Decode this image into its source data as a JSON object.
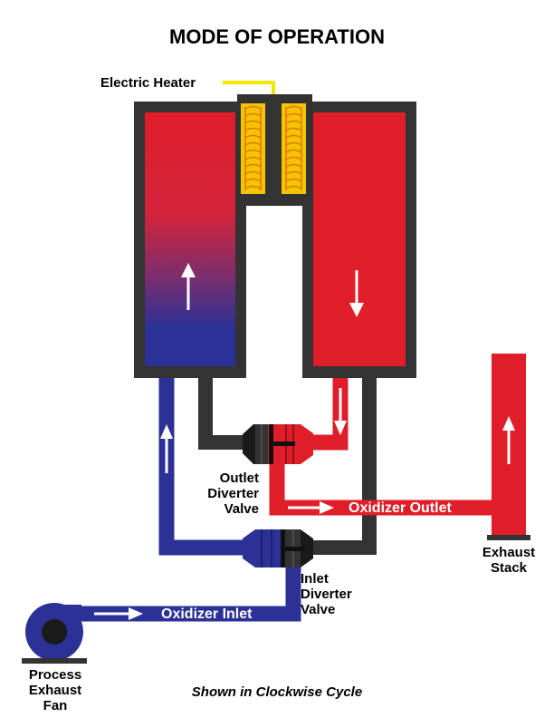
{
  "title": "MODE OF OPERATION",
  "labels": {
    "electric_heater": "Electric Heater",
    "outlet_valve": [
      "Outlet",
      "Diverter",
      "Valve"
    ],
    "inlet_valve": [
      "Inlet",
      "Diverter",
      "Valve"
    ],
    "oxidizer_outlet": "Oxidizer Outlet",
    "oxidizer_inlet": "Oxidizer Inlet",
    "exhaust_stack": [
      "Exhaust",
      "Stack"
    ],
    "process_fan": [
      "Process",
      "Exhaust",
      "Fan"
    ],
    "caption": "Shown in Clockwise Cycle"
  },
  "colors": {
    "hot": "#e01e2a",
    "cold": "#2b3196",
    "wall": "#333333",
    "heater": "#f5c400",
    "heater_coil": "#e07b00"
  }
}
